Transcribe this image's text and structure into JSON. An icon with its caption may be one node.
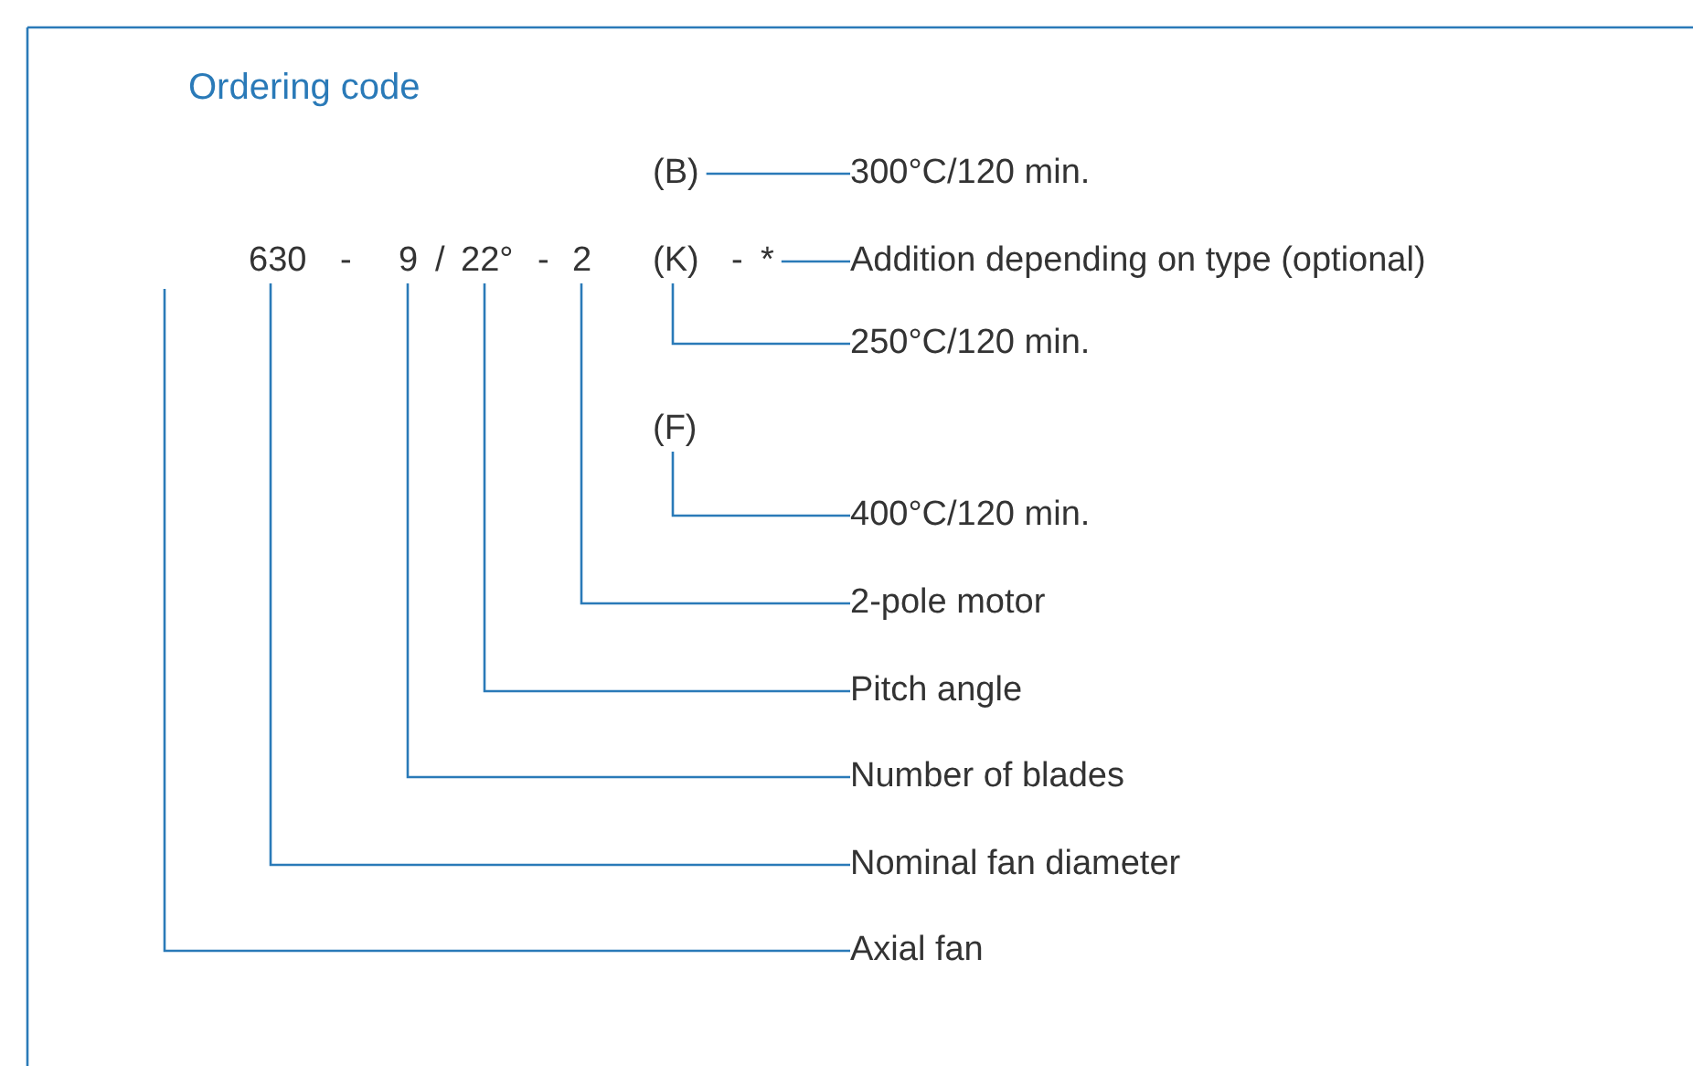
{
  "diagram": {
    "title": "Ordering code",
    "nodes": [
      {
        "text": [
          "(B)"
        ]
      },
      {
        "text": [
          "300°C/120 min."
        ]
      },
      {
        "text": [
          "630"
        ]
      },
      {
        "text": [
          "9"
        ]
      },
      {
        "text": [
          "22°"
        ]
      },
      {
        "text": [
          "2"
        ]
      },
      {
        "text": [
          "(K)"
        ]
      },
      {
        "text": [
          "*"
        ]
      },
      {
        "text": [
          "Addition depending on type (optional)"
        ]
      },
      {
        "text": [
          "250°C/120 min."
        ]
      },
      {
        "text": [
          "(F)"
        ]
      },
      {
        "text": [
          "400°C/120 min."
        ]
      },
      {
        "text": [
          "2-pole motor"
        ]
      },
      {
        "text": [
          "Pitch angle"
        ]
      },
      {
        "text": [
          "Number of blades"
        ]
      },
      {
        "text": [
          "Nominal fan diameter"
        ]
      },
      {
        "text": [
          "Axial fan"
        ]
      }
    ],
    "edges": [
      {
        "from": 0,
        "to": 1,
        "arrow": "none"
      },
      {
        "from": 7,
        "to": 8,
        "arrow": "none"
      },
      {
        "from": 6,
        "to": 9,
        "arrow": "none"
      },
      {
        "from": 10,
        "to": 11,
        "arrow": "none"
      },
      {
        "from": 5,
        "to": 12,
        "arrow": "none"
      },
      {
        "from": 4,
        "to": 13,
        "arrow": "none"
      },
      {
        "from": 3,
        "to": 14,
        "arrow": "none"
      },
      {
        "from": 2,
        "to": 15,
        "arrow": "none"
      },
      {
        "from": null,
        "to": 16,
        "arrow": "none"
      }
    ],
    "labels": [
      "-",
      "/",
      "-",
      "-"
    ]
  }
}
